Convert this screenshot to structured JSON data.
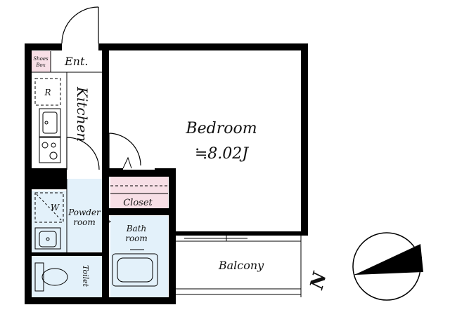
{
  "floor_plan": {
    "rooms": {
      "entrance": "Ent.",
      "shoes_box": [
        "Shoes",
        "Box"
      ],
      "kitchen": "Kitchen",
      "refrigerator": "R",
      "bedroom": "Bedroom",
      "bedroom_area": "≒8.02J",
      "closet": "Closet",
      "powder_room": [
        "Powder",
        "room"
      ],
      "washer": "W",
      "bath_room": [
        "Bath",
        "room"
      ],
      "toilet": "Toilet",
      "balcony": "Balcony"
    },
    "compass": {
      "label": "N"
    },
    "colors": {
      "wall": "#000000",
      "wet_area": "#e3f1fa",
      "closet": "#f7dfe6",
      "shoes_box": "#f7dfe6",
      "fixture_line": "#555555"
    }
  }
}
